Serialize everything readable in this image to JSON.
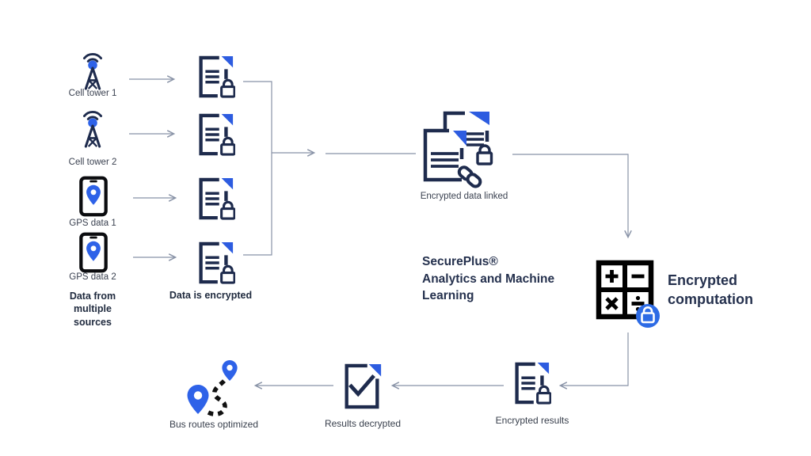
{
  "palette": {
    "navy": "#1e2b4d",
    "blue": "#2d5ce0",
    "badge_blue": "#2d6be5",
    "black": "#0b0c0f",
    "connector_gray": "#8892a6",
    "label_text": "#3a4150",
    "heading_text": "#25314e"
  },
  "diagram": {
    "sources": [
      {
        "label": "Cell tower 1",
        "icon": "cell-tower-icon"
      },
      {
        "label": "Cell tower 2",
        "icon": "cell-tower-icon"
      },
      {
        "label": "GPS data 1",
        "icon": "gps-phone-icon"
      },
      {
        "label": "GPS data 2",
        "icon": "gps-phone-icon"
      }
    ],
    "sources_caption": "Data from\nmultiple\nsources",
    "encrypted_caption": "Data is encrypted",
    "linked": {
      "label": "Encrypted data linked",
      "icon": "linked-encrypted-docs-icon"
    },
    "platform": {
      "title": "SecurePlus®\nAnalytics and Machine\nLearning"
    },
    "computation": {
      "label": "Encrypted\ncomputation",
      "icon": "calculator-lock-icon"
    },
    "encrypted_results": {
      "label": "Encrypted results",
      "icon": "encrypted-document-icon"
    },
    "results_decrypted": {
      "label": "Results decrypted",
      "icon": "checked-document-icon"
    },
    "bus_routes": {
      "label": "Bus routes optimized",
      "icon": "route-pins-icon"
    }
  }
}
